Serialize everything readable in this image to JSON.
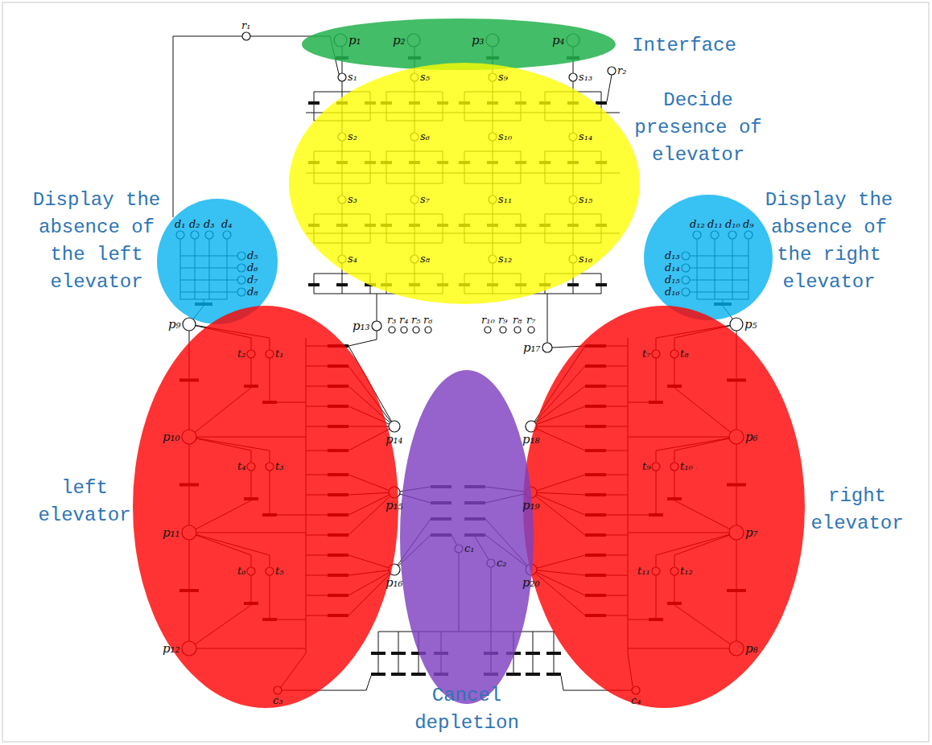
{
  "diagram": {
    "nodes": [
      {
        "text": [
          "Interface"
        ]
      },
      {
        "text": [
          "Decide presence of elevator"
        ]
      },
      {
        "text": [
          "Display the absence of the left elevator"
        ]
      },
      {
        "text": [
          "Display the absence of the right elevator"
        ]
      },
      {
        "text": [
          "left elevator"
        ]
      },
      {
        "text": [
          "right elevator"
        ]
      },
      {
        "text": [
          "Cancel depletion"
        ]
      }
    ],
    "labels": [
      "r₁",
      "p₁",
      "p₂",
      "p₃",
      "p₄",
      "r₂",
      "s₁",
      "s₅",
      "s₉",
      "s₁₃",
      "s₂",
      "s₆",
      "s₁₀",
      "s₁₄",
      "s₃",
      "s₇",
      "s₁₁",
      "s₁₅",
      "s₄",
      "s₈",
      "s₁₂",
      "s₁₆",
      "d₁",
      "d₂",
      "d₃",
      "d₄",
      "d₅",
      "d₆",
      "d₇",
      "d₈",
      "d₁₂",
      "d₁₁",
      "d₁₀",
      "d₉",
      "d₁₃",
      "d₁₄",
      "d₁₅",
      "d₁₆",
      "p₉",
      "p₅",
      "r₃",
      "r₄",
      "r₅",
      "r₆",
      "r₁₀",
      "r₉",
      "r₈",
      "r₇",
      "p₁₃",
      "p₁₇",
      "t₂",
      "t₁",
      "t₇",
      "t₈",
      "p₁₀",
      "p₁₄",
      "p₁₈",
      "p₆",
      "t₄",
      "t₃",
      "t₉",
      "t₁₀",
      "p₁₅",
      "p₁₉",
      "p₁₁",
      "p₇",
      "c₁",
      "c₂",
      "t₆",
      "t₅",
      "t₁₁",
      "t₁₂",
      "p₁₆",
      "p₂₀",
      "p₁₂",
      "p₈",
      "c₃",
      "c₄"
    ]
  }
}
